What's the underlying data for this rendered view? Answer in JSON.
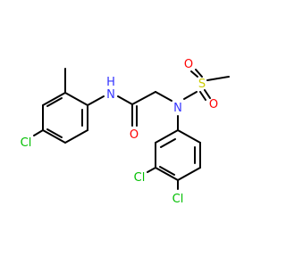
{
  "molecule": {
    "atom_labels": {
      "nh": "N",
      "h": "H",
      "carbonyl_o": "O",
      "sulfonamide_n": "N",
      "sulfur": "S",
      "sulfonyl_o_top": "O",
      "sulfonyl_o_bottom": "O",
      "cl_left_ring": "Cl",
      "cl_ring_3": "Cl",
      "cl_ring_4": "Cl"
    },
    "colors": {
      "bond": "#000000",
      "nitrogen": "#3333ff",
      "oxygen": "#ff0000",
      "sulfur": "#cccc00",
      "chlorine": "#00bf00"
    }
  }
}
